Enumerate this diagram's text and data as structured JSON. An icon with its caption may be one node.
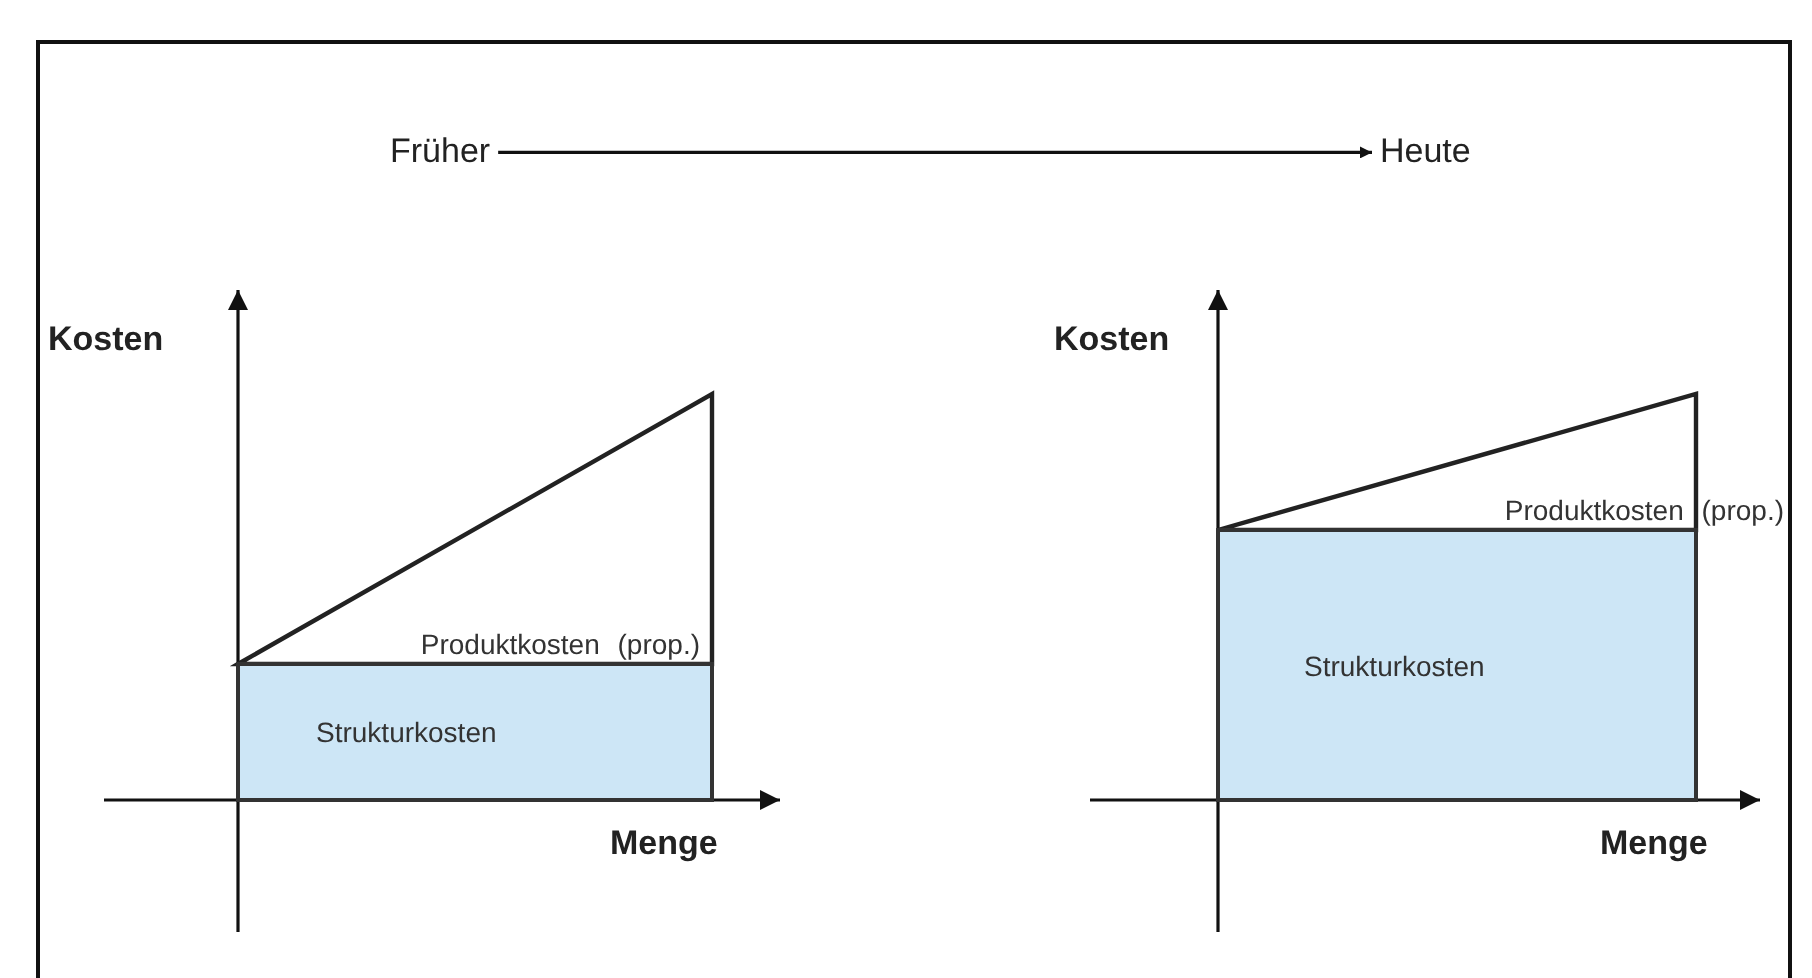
{
  "diagram": {
    "nodes": [
      {
        "text": [
          "Früher"
        ]
      },
      {
        "text": [
          "Heute"
        ]
      },
      {
        "text": [
          "Produktkosten (prop.)"
        ]
      },
      {
        "text": [
          "Strukturkosten"
        ]
      },
      {
        "text": [
          "Produktkosten (prop.)"
        ]
      },
      {
        "text": [
          "Strukturkosten"
        ]
      }
    ],
    "edges": [
      {
        "from": 0,
        "to": 1,
        "arrow": "to"
      }
    ],
    "labels": [
      "Kosten",
      "Kosten",
      "Menge",
      "Menge"
    ]
  }
}
